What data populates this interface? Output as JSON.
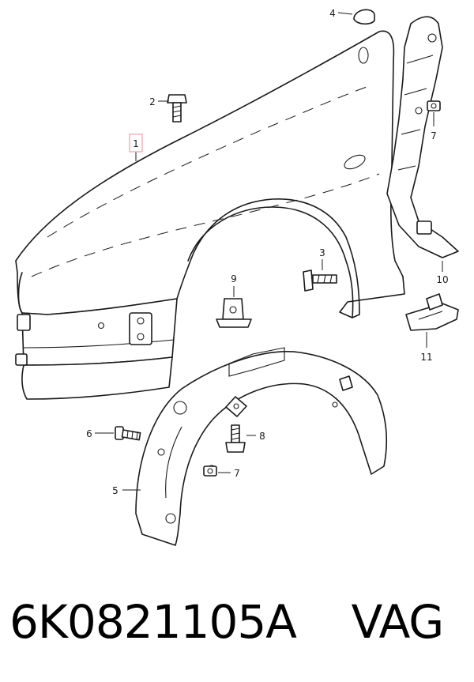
{
  "callouts": {
    "c1": "1",
    "c2": "2",
    "c3": "3",
    "c4": "4",
    "c5": "5",
    "c6": "6",
    "c7a": "7",
    "c7b": "7",
    "c8": "8",
    "c9": "9",
    "c10": "10",
    "c11": "11"
  },
  "footer": {
    "part_number": "6K0821105A",
    "brand": "VAG"
  }
}
